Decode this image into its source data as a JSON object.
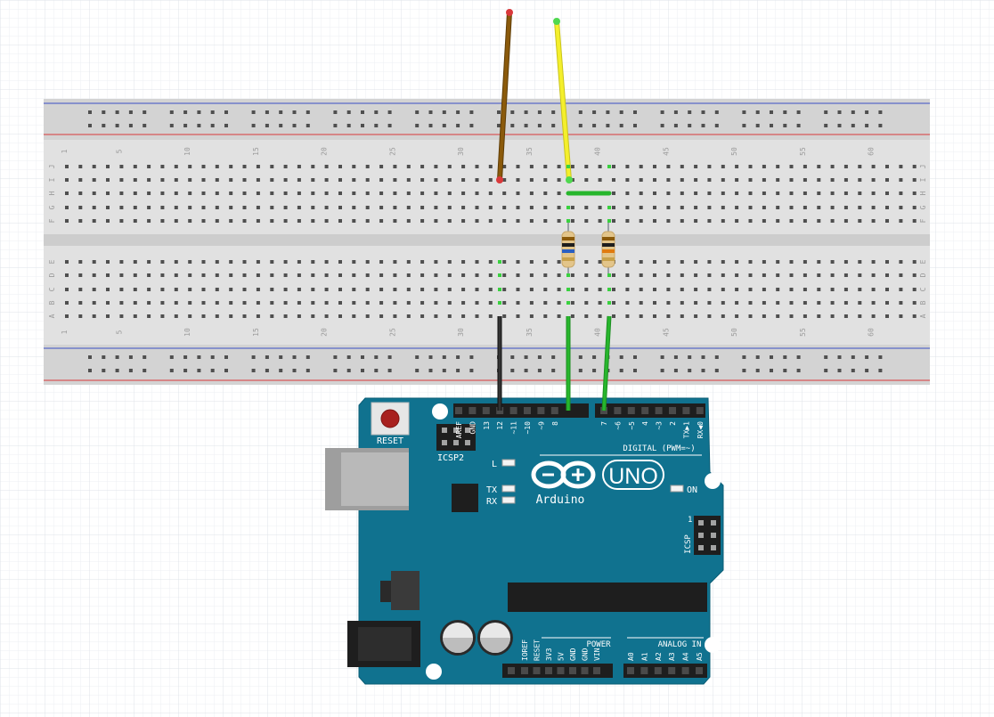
{
  "breadboard": {
    "column_numbers": [
      "1",
      "5",
      "10",
      "15",
      "20",
      "25",
      "30",
      "35",
      "40",
      "45",
      "50",
      "55",
      "60"
    ],
    "row_letters_top": [
      "J",
      "I",
      "H",
      "G",
      "F"
    ],
    "row_letters_bottom": [
      "E",
      "D",
      "C",
      "B",
      "A"
    ]
  },
  "arduino": {
    "reset_label": "RESET",
    "icsp2_label": "ICSP2",
    "icsp_label": "ICSP",
    "icsp_pin1": "1",
    "led_l": "L",
    "led_tx": "TX",
    "led_rx": "RX",
    "on_label": "ON",
    "brand": "Arduino",
    "model": "UNO",
    "digital_label": "DIGITAL (PWM=~)",
    "power_label": "POWER",
    "analog_label": "ANALOG IN",
    "digital_pins_left": [
      "AREF",
      "GND",
      "13",
      "12",
      "~11",
      "~10",
      "~9",
      "8"
    ],
    "digital_pins_right": [
      "7",
      "~6",
      "~5",
      "4",
      "~3",
      "2",
      "TX▶1",
      "RX◀0"
    ],
    "power_pins": [
      "IOREF",
      "RESET",
      "3V3",
      "5V",
      "GND",
      "GND",
      "VIN"
    ],
    "analog_pins": [
      "A0",
      "A1",
      "A2",
      "A3",
      "A4",
      "A5"
    ]
  },
  "colors": {
    "board_blue": "#10728f",
    "wire_brown": "#8b5a0b",
    "wire_yellow": "#f4ef2c",
    "wire_green": "#27b62c",
    "wire_black": "#222222",
    "rail_red": "#d9393b",
    "rail_blue": "#3b4fc4"
  }
}
